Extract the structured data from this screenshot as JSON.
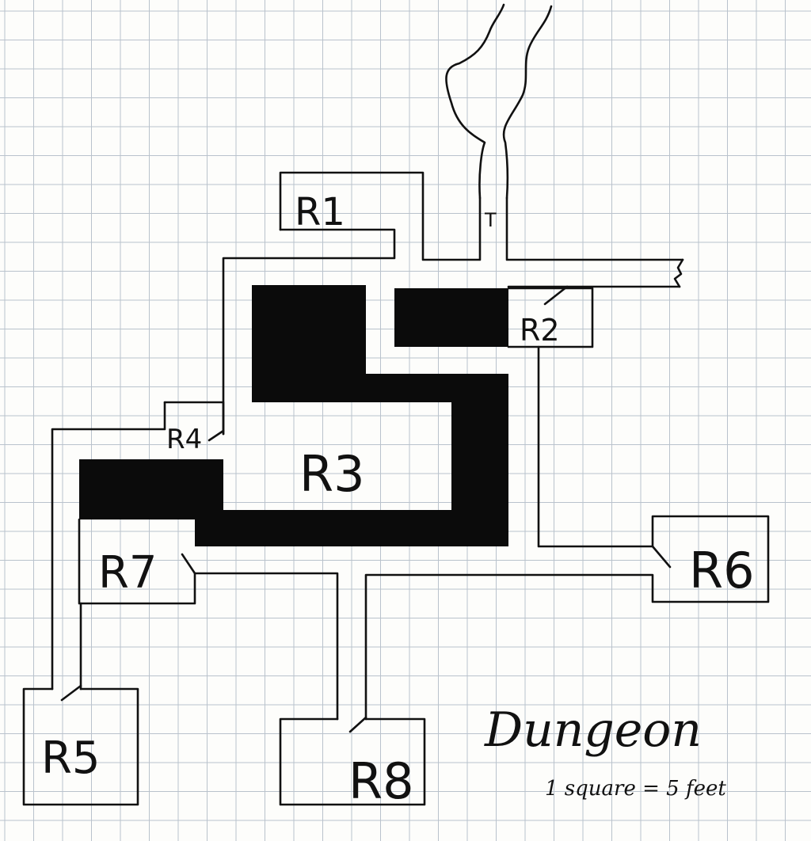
{
  "map": {
    "title": "Dungeon",
    "scale": "1 square = 5 feet",
    "trap_marker": "T",
    "rooms": [
      "R1",
      "R2",
      "R3",
      "R4",
      "R5",
      "R6",
      "R7",
      "R8"
    ]
  }
}
